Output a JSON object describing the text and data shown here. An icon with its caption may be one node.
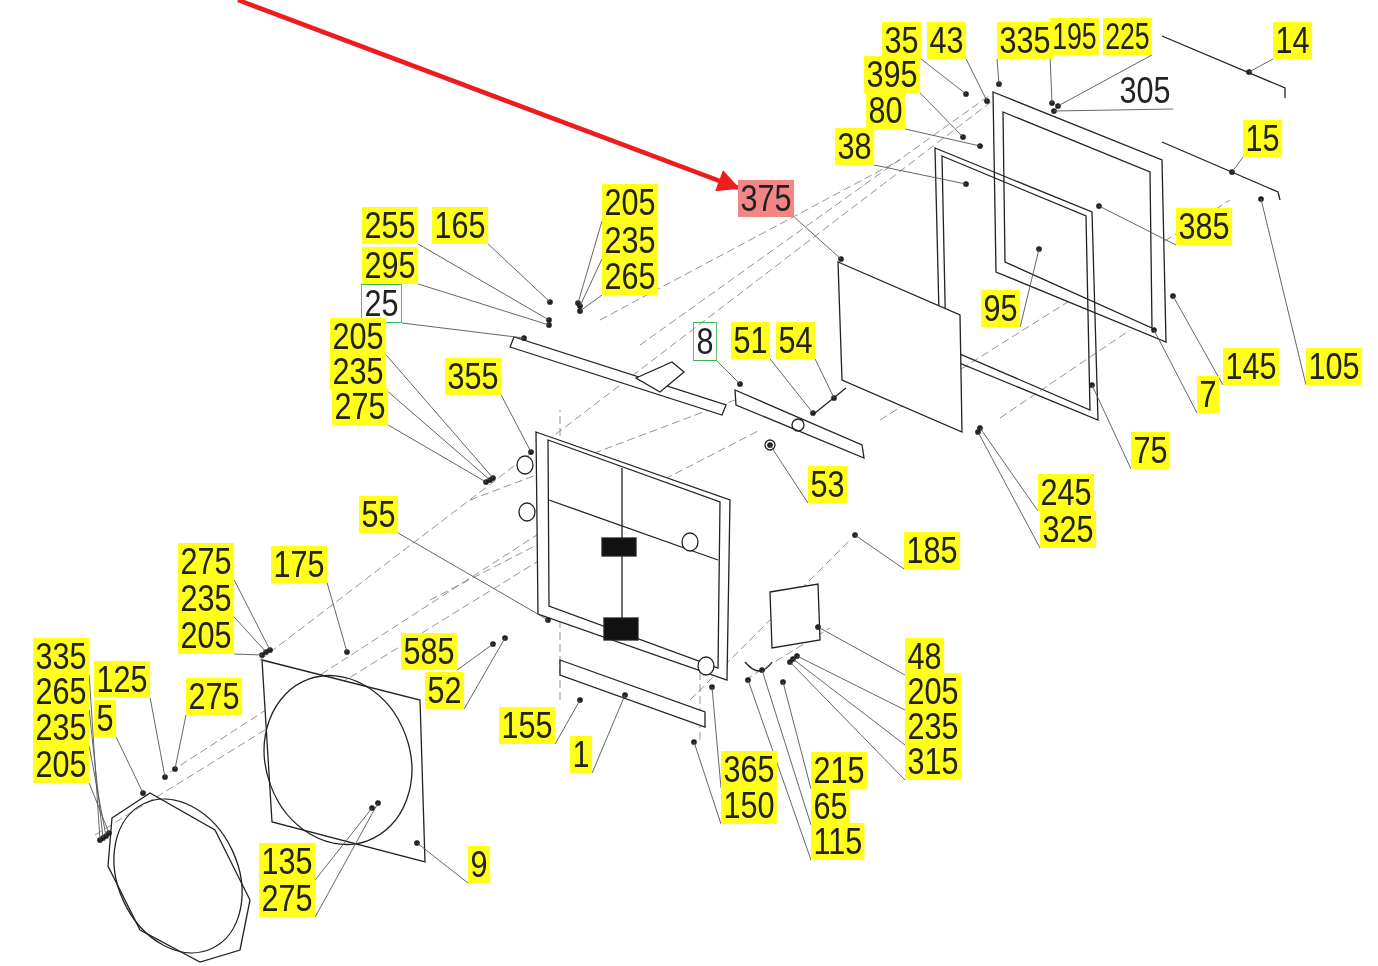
{
  "diagram": {
    "nodes": [
      {
        "text": [
          "35"
        ]
      },
      {
        "text": [
          "43"
        ]
      },
      {
        "text": [
          "335"
        ]
      },
      {
        "text": [
          "195"
        ]
      },
      {
        "text": [
          "225"
        ]
      },
      {
        "text": [
          "14"
        ]
      },
      {
        "text": [
          "395"
        ]
      },
      {
        "text": [
          "305"
        ]
      },
      {
        "text": [
          "80"
        ]
      },
      {
        "text": [
          "38"
        ]
      },
      {
        "text": [
          "15"
        ]
      },
      {
        "text": [
          "375"
        ]
      },
      {
        "text": [
          "205"
        ]
      },
      {
        "text": [
          "255"
        ]
      },
      {
        "text": [
          "165"
        ]
      },
      {
        "text": [
          "385"
        ]
      },
      {
        "text": [
          "235"
        ]
      },
      {
        "text": [
          "295"
        ]
      },
      {
        "text": [
          "265"
        ]
      },
      {
        "text": [
          "25"
        ]
      },
      {
        "text": [
          "95"
        ]
      },
      {
        "text": [
          "205"
        ]
      },
      {
        "text": [
          "8"
        ]
      },
      {
        "text": [
          "51"
        ]
      },
      {
        "text": [
          "54"
        ]
      },
      {
        "text": [
          "145"
        ]
      },
      {
        "text": [
          "105"
        ]
      },
      {
        "text": [
          "235"
        ]
      },
      {
        "text": [
          "355"
        ]
      },
      {
        "text": [
          "7"
        ]
      },
      {
        "text": [
          "275"
        ]
      },
      {
        "text": [
          "75"
        ]
      },
      {
        "text": [
          "53"
        ]
      },
      {
        "text": [
          "245"
        ]
      },
      {
        "text": [
          "55"
        ]
      },
      {
        "text": [
          "325"
        ]
      },
      {
        "text": [
          "185"
        ]
      },
      {
        "text": [
          "275"
        ]
      },
      {
        "text": [
          "175"
        ]
      },
      {
        "text": [
          "235"
        ]
      },
      {
        "text": [
          "205"
        ]
      },
      {
        "text": [
          "585"
        ]
      },
      {
        "text": [
          "48"
        ]
      },
      {
        "text": [
          "335"
        ]
      },
      {
        "text": [
          "125"
        ]
      },
      {
        "text": [
          "52"
        ]
      },
      {
        "text": [
          "275"
        ]
      },
      {
        "text": [
          "265"
        ]
      },
      {
        "text": [
          "205"
        ]
      },
      {
        "text": [
          "5"
        ]
      },
      {
        "text": [
          "155"
        ]
      },
      {
        "text": [
          "235"
        ]
      },
      {
        "text": [
          "235"
        ]
      },
      {
        "text": [
          "1"
        ]
      },
      {
        "text": [
          "205"
        ]
      },
      {
        "text": [
          "365"
        ]
      },
      {
        "text": [
          "215"
        ]
      },
      {
        "text": [
          "315"
        ]
      },
      {
        "text": [
          "150"
        ]
      },
      {
        "text": [
          "65"
        ]
      },
      {
        "text": [
          "115"
        ]
      },
      {
        "text": [
          "135"
        ]
      },
      {
        "text": [
          "9"
        ]
      },
      {
        "text": [
          "275"
        ]
      }
    ],
    "edges": [
      {
        "from": 0,
        "to": null,
        "arrow": "none"
      },
      {
        "from": 1,
        "to": null,
        "arrow": "none"
      },
      {
        "from": 2,
        "to": null,
        "arrow": "none"
      },
      {
        "from": 3,
        "to": null,
        "arrow": "none"
      },
      {
        "from": 4,
        "to": null,
        "arrow": "none"
      },
      {
        "from": 5,
        "to": null,
        "arrow": "none"
      },
      {
        "from": 6,
        "to": null,
        "arrow": "none"
      },
      {
        "from": 7,
        "to": null,
        "arrow": "none"
      },
      {
        "from": 8,
        "to": null,
        "arrow": "none"
      },
      {
        "from": 9,
        "to": null,
        "arrow": "none"
      },
      {
        "from": 10,
        "to": null,
        "arrow": "none"
      },
      {
        "from": 11,
        "to": null,
        "arrow": "none"
      },
      {
        "from": 12,
        "to": null,
        "arrow": "none"
      },
      {
        "from": 13,
        "to": null,
        "arrow": "none"
      },
      {
        "from": 14,
        "to": null,
        "arrow": "none"
      },
      {
        "from": 15,
        "to": null,
        "arrow": "none"
      },
      {
        "from": 16,
        "to": null,
        "arrow": "none"
      },
      {
        "from": 17,
        "to": null,
        "arrow": "none"
      },
      {
        "from": 18,
        "to": null,
        "arrow": "none"
      },
      {
        "from": 19,
        "to": null,
        "arrow": "none"
      },
      {
        "from": 20,
        "to": null,
        "arrow": "none"
      },
      {
        "from": 21,
        "to": null,
        "arrow": "none"
      },
      {
        "from": 22,
        "to": null,
        "arrow": "none"
      },
      {
        "from": 23,
        "to": null,
        "arrow": "none"
      },
      {
        "from": 24,
        "to": null,
        "arrow": "none"
      },
      {
        "from": 25,
        "to": null,
        "arrow": "none"
      },
      {
        "from": 26,
        "to": null,
        "arrow": "none"
      },
      {
        "from": 27,
        "to": null,
        "arrow": "none"
      },
      {
        "from": 28,
        "to": null,
        "arrow": "none"
      },
      {
        "from": 29,
        "to": null,
        "arrow": "none"
      },
      {
        "from": 30,
        "to": null,
        "arrow": "none"
      },
      {
        "from": 31,
        "to": null,
        "arrow": "none"
      },
      {
        "from": 32,
        "to": null,
        "arrow": "none"
      },
      {
        "from": 33,
        "to": null,
        "arrow": "none"
      },
      {
        "from": 34,
        "to": null,
        "arrow": "none"
      },
      {
        "from": 35,
        "to": null,
        "arrow": "none"
      },
      {
        "from": 36,
        "to": null,
        "arrow": "none"
      },
      {
        "from": 37,
        "to": null,
        "arrow": "none"
      },
      {
        "from": 38,
        "to": null,
        "arrow": "none"
      },
      {
        "from": 39,
        "to": null,
        "arrow": "none"
      },
      {
        "from": 40,
        "to": null,
        "arrow": "none"
      },
      {
        "from": 41,
        "to": null,
        "arrow": "none"
      },
      {
        "from": 42,
        "to": null,
        "arrow": "none"
      },
      {
        "from": 43,
        "to": null,
        "arrow": "none"
      },
      {
        "from": 44,
        "to": null,
        "arrow": "none"
      },
      {
        "from": 45,
        "to": null,
        "arrow": "none"
      },
      {
        "from": 46,
        "to": null,
        "arrow": "none"
      },
      {
        "from": 47,
        "to": null,
        "arrow": "none"
      },
      {
        "from": 48,
        "to": null,
        "arrow": "none"
      },
      {
        "from": 49,
        "to": null,
        "arrow": "none"
      },
      {
        "from": 50,
        "to": null,
        "arrow": "none"
      },
      {
        "from": 51,
        "to": null,
        "arrow": "none"
      },
      {
        "from": 52,
        "to": null,
        "arrow": "none"
      },
      {
        "from": 53,
        "to": null,
        "arrow": "none"
      },
      {
        "from": 54,
        "to": null,
        "arrow": "none"
      },
      {
        "from": 55,
        "to": null,
        "arrow": "none"
      },
      {
        "from": 56,
        "to": null,
        "arrow": "none"
      },
      {
        "from": 57,
        "to": null,
        "arrow": "none"
      },
      {
        "from": 58,
        "to": null,
        "arrow": "none"
      },
      {
        "from": 59,
        "to": null,
        "arrow": "none"
      },
      {
        "from": 60,
        "to": null,
        "arrow": "none"
      },
      {
        "from": 61,
        "to": null,
        "arrow": "none"
      },
      {
        "from": 62,
        "to": null,
        "arrow": "none"
      },
      {
        "from": 63,
        "to": null,
        "arrow": "none"
      },
      {
        "from": null,
        "to": 11,
        "arrow": "to",
        "style": "thick",
        "color": "#ee1c1c"
      }
    ]
  }
}
